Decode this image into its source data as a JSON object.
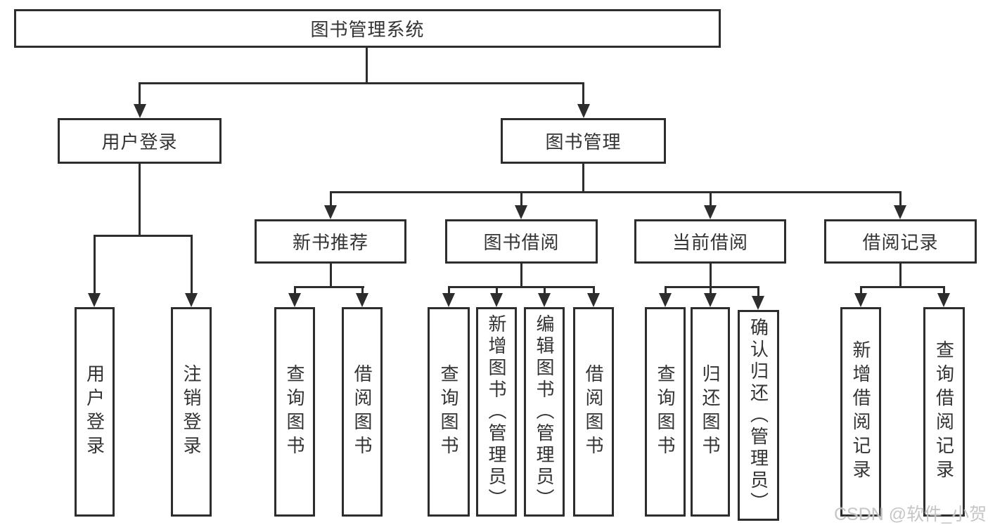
{
  "diagram": {
    "root": "图书管理系统",
    "level2": [
      "用户登录",
      "图书管理"
    ],
    "level3": [
      "新书推荐",
      "图书借阅",
      "当前借阅",
      "借阅记录"
    ],
    "login_children": [
      "用户登录",
      "注销登录"
    ],
    "newbook_children": [
      "查询图书",
      "借阅图书"
    ],
    "borrow_children": [
      "查询图书",
      "新增图书（管理员）",
      "编辑图书（管理员）",
      "借阅图书"
    ],
    "current_children": [
      "查询图书",
      "归还图书",
      "确认归还（管理员）"
    ],
    "record_children": [
      "新增借阅记录",
      "查询借阅记录"
    ]
  },
  "colors": {
    "line": "#2d2d2d",
    "text": "#333333",
    "background": "#ffffff",
    "watermark": "#c3c3c3"
  },
  "watermark": "CSDN @软件_小贺同学"
}
